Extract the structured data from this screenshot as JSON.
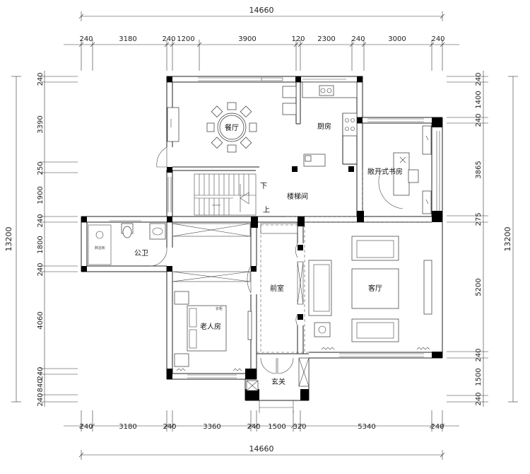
{
  "dimensions": {
    "top_total": "14660",
    "top_segments": [
      "240",
      "3180",
      "240",
      "1200",
      "3900",
      "120",
      "2300",
      "240",
      "3000",
      "240"
    ],
    "bottom_segments": [
      "240",
      "3180",
      "240",
      "3360",
      "240",
      "1500",
      "320",
      "5340",
      "240"
    ],
    "bottom_total": "14660",
    "left_total": "13200",
    "left_segments": [
      "240",
      "3390",
      "250",
      "1900",
      "240",
      "1800",
      "240",
      "4060",
      "240",
      "840",
      "240"
    ],
    "right_total": "13200",
    "right_segments": [
      "240",
      "1400",
      "240",
      "3865",
      "275",
      "5200",
      "240",
      "1500",
      "240"
    ]
  },
  "rooms": {
    "dining": "餐厅",
    "kitchen": "厨房",
    "study": "敞开式书房",
    "stairwell": "楼梯间",
    "stair_down": "下",
    "stair_up": "上",
    "bathroom": "公卫",
    "shower": "淋浴房",
    "foyer": "前室",
    "living": "客厅",
    "elder_bedroom": "老人房",
    "wardrobe": "衣柜",
    "entrance": "玄关"
  }
}
